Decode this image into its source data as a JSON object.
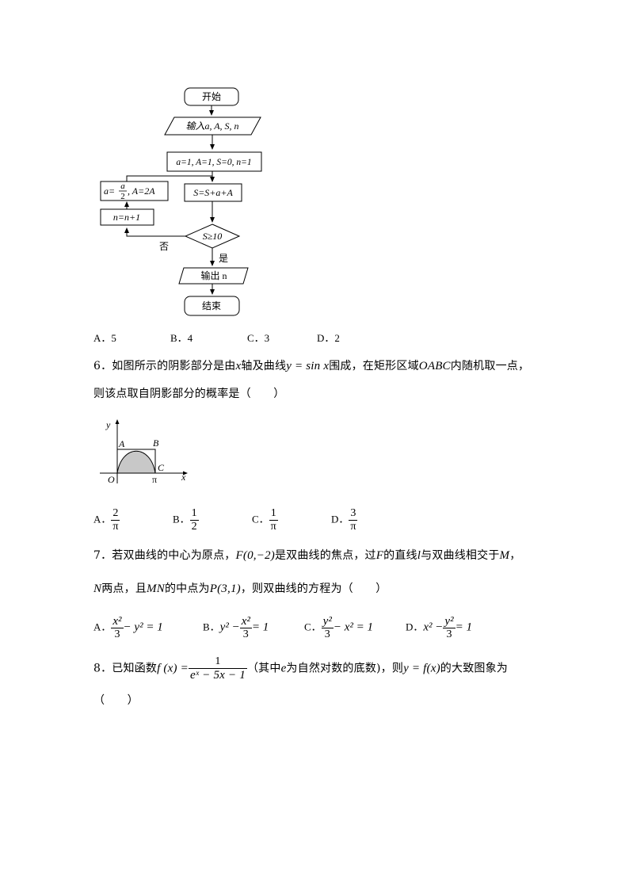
{
  "flowchart": {
    "start": "开始",
    "input": "输入a, A, S, n",
    "init": "a=1, A=1, S=0, n=1",
    "update_left_a": "a=",
    "update_left_frac_num": "a",
    "update_left_frac_den": "2",
    "update_left_rest": ", A=2A",
    "step_n": "n=n+1",
    "sum": "S=S+a+A",
    "cond": "S≥10",
    "no_label": "否",
    "yes_label": "是",
    "output": "输出 n",
    "end": "结束"
  },
  "q5": {
    "options": [
      "A．5",
      "B．4",
      "C．3",
      "D．2"
    ]
  },
  "q6": {
    "line1_a": "6．如图所示的阴影部分是由",
    "line1_x": "x",
    "line1_b": "轴及曲线",
    "line1_eq": "y = sin x",
    "line1_c": "围成，在矩形区域",
    "line1_rect": "OABC",
    "line1_d": "内随机取一点，",
    "line2": "则该点取自阴影部分的概率是（　　）",
    "figure": {
      "y": "y",
      "x": "x",
      "A": "A",
      "B": "B",
      "C": "C",
      "O": "O",
      "pi": "π"
    },
    "options": [
      {
        "label": "A．",
        "num": "2",
        "den": "π"
      },
      {
        "label": "B．",
        "num": "1",
        "den": "2"
      },
      {
        "label": "C．",
        "num": "1",
        "den": "π"
      },
      {
        "label": "D．",
        "num": "3",
        "den": "π"
      }
    ]
  },
  "q7": {
    "line1_a": "7．若双曲线的中心为原点，",
    "line1_F": "F(0,−2)",
    "line1_b": "是双曲线的焦点，过",
    "line1_F2": "F",
    "line1_c": "的直线",
    "line1_l": "l",
    "line1_d": "与双曲线相交于",
    "line1_M": "M",
    "line1_e": "，",
    "line2_N": "N",
    "line2_a": "两点，且",
    "line2_MN": "MN",
    "line2_b": "的中点为",
    "line2_P": "P(3,1)",
    "line2_c": "，则双曲线的方程为（　　）",
    "options": [
      {
        "label": "A．",
        "pre": "",
        "num": "x²",
        "den": "3",
        "post": "− y² = 1"
      },
      {
        "label": "B．",
        "pre": "y² −",
        "num": "x²",
        "den": "3",
        "post": "= 1"
      },
      {
        "label": "C．",
        "pre": "",
        "num": "y²",
        "den": "3",
        "post": "− x² = 1"
      },
      {
        "label": "D．",
        "pre": "x² −",
        "num": "y²",
        "den": "3",
        "post": "= 1"
      }
    ]
  },
  "q8": {
    "line1_a": "8．已知函数",
    "line1_f": "f (x) =",
    "line1_num": "1",
    "line1_den": "eˣ − 5x − 1",
    "line1_b": "（其中",
    "line1_e": "e",
    "line1_c": "为自然对数的底数)，则",
    "line1_eq": "y = f(x)",
    "line1_d": "的大致图象为",
    "line2": "（　　）"
  }
}
